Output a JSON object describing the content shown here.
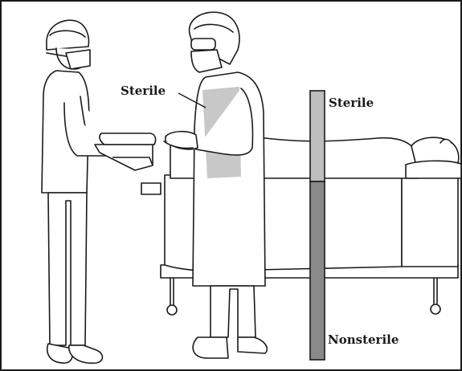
{
  "labels": {
    "gown_sterile": "Sterile",
    "bar_sterile": "Sterile",
    "bar_nonsterile": "Nonsterile"
  },
  "colors": {
    "outline": "#1a1a1a",
    "sterile_zone": "#bdbdbd",
    "nonsterile_zone": "#8a8a8a",
    "gown_highlight": "#c8c8c8",
    "background": "#ffffff"
  }
}
